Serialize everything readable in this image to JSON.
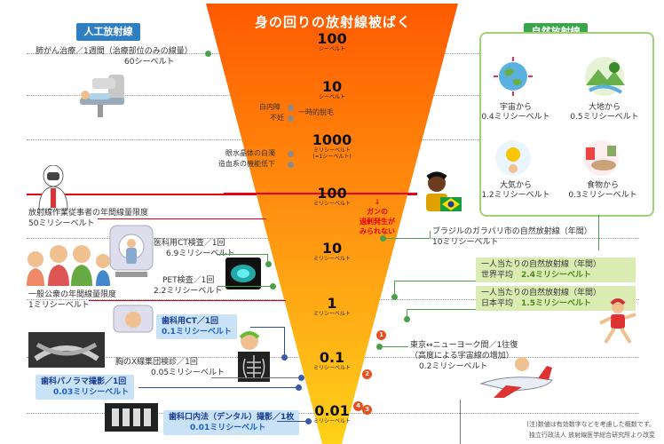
{
  "header": {
    "left_tag": "人工放射線",
    "center_title": "身の回りの放射線被ばく",
    "right_tag": "自然放射線"
  },
  "scale": [
    {
      "value": "100",
      "unit": "シーベルト"
    },
    {
      "value": "10",
      "unit": "シーベルト"
    },
    {
      "value": "1000",
      "unit": "ミリシーベルト",
      "sub": "(=1シーベルト)"
    },
    {
      "value": "100",
      "unit": "ミリシーベルト"
    },
    {
      "value": "10",
      "unit": "ミリシーベルト"
    },
    {
      "value": "1",
      "unit": "ミリシーベルト"
    },
    {
      "value": "0.1",
      "unit": "ミリシーベルト"
    },
    {
      "value": "0.01",
      "unit": "ミリシーベルト"
    }
  ],
  "effects": {
    "cataract": "白内障",
    "infertility": "不妊",
    "hair_loss": "一時的脱毛",
    "lens_opacity": "眼水晶体の白濁",
    "hematopoietic": "造血系の機能低下",
    "cancer_note": "ガンの\n過剰発生が\nみられない"
  },
  "artificial": {
    "cancer_therapy_1": "肺がん治療／1週間（治療部位のみの線量）",
    "cancer_therapy_2": "60シーベルト",
    "worker_1": "放射線作業従事者の年間線量限度",
    "worker_2": "50ミリシーベルト",
    "ct_1": "医科用CT検査／1回",
    "ct_2": "6.9ミリシーベルト",
    "pet_1": "PET検査／1回",
    "pet_2": "2.2ミリシーベルト",
    "public_1": "一般公衆の年間線量限度",
    "public_2": "1ミリシーベルト",
    "dental_ct_1": "歯科用CT／1回",
    "dental_ct_2": "0.1ミリシーベルト",
    "chest_xray_1": "胸のX線集団検診／1回",
    "chest_xray_2": "0.05ミリシーベルト",
    "panorama_1": "歯科パノラマ撮影／1回",
    "panorama_2": "0.03ミリシーベルト",
    "dental_intraoral_1": "歯科口内法（デンタル）撮影／1枚",
    "dental_intraoral_2": "0.01ミリシーベルト"
  },
  "natural": {
    "space_1": "宇宙から",
    "space_2": "0.4ミリシーベルト",
    "earth_1": "大地から",
    "earth_2": "0.5ミリシーベルト",
    "air_1": "大気から",
    "air_2": "1.2ミリシーベルト",
    "food_1": "食物から",
    "food_2": "0.3ミリシーベルト",
    "brazil_1": "ブラジルのガラパリ市の自然放射線（年間）",
    "brazil_2": "10ミリシーベルト",
    "world_1": "一人当たりの自然放射線（年間）",
    "world_2a": "世界平均",
    "world_2b": "2.4ミリシーベルト",
    "japan_1": "一人当たりの自然放射線（年間）",
    "japan_2a": "日本平均",
    "japan_2b": "1.5ミリシーベルト",
    "flight_1": "東京↔ニューヨーク間／1往復",
    "flight_2": "（高度による宇宙線の増加）",
    "flight_3": "0.2ミリシーベルト",
    "badge_1": "1",
    "badge_2": "2",
    "badge_3": "3",
    "badge_4": "4"
  },
  "footnotes": {
    "note_1": "(注)数値は有効数字などを考慮した概数です。",
    "note_2": "独立行政法人 放射線医学総合研究所より改変"
  },
  "colors": {
    "funnel_top": "#ff5a00",
    "funnel_bottom": "#ffd21a",
    "artificial_tag": "#2f7fc1",
    "natural_tag": "#3aa64a",
    "red_line": "#e60012"
  }
}
